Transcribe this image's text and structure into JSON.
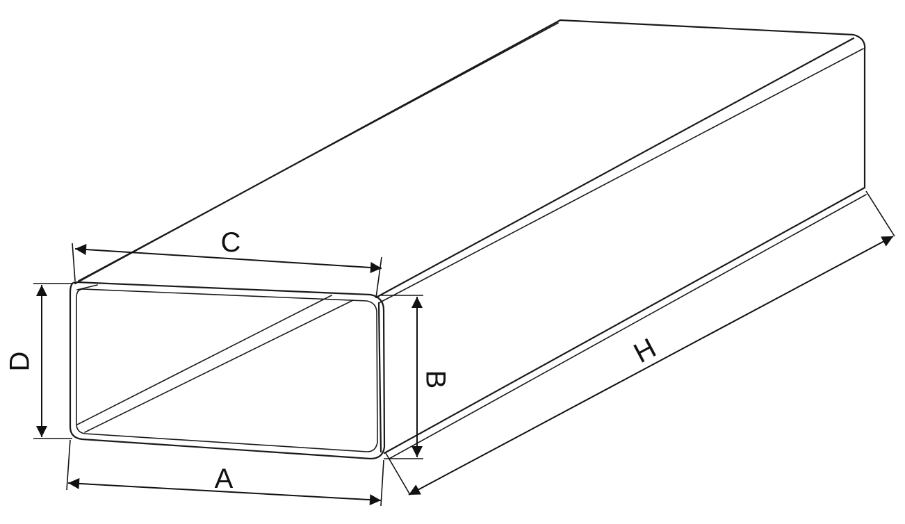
{
  "diagram": {
    "labels": {
      "a": "A",
      "b": "B",
      "c": "C",
      "d": "D",
      "h": "H"
    }
  }
}
